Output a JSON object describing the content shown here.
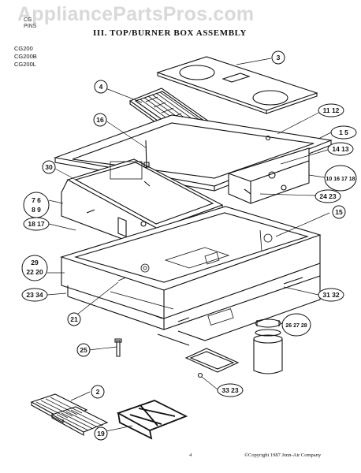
{
  "watermark": "AppliancePartsPros.com",
  "header": {
    "corner_line1": "CG",
    "corner_line2": "PINS",
    "title": "III. TOP/BURNER BOX ASSEMBLY"
  },
  "models": [
    "CG200",
    "CG200B",
    "CG200L"
  ],
  "callouts": [
    {
      "id": "c3",
      "label": "3"
    },
    {
      "id": "c4",
      "label": "4"
    },
    {
      "id": "c1112",
      "label": "11 12"
    },
    {
      "id": "c16a",
      "label": "16"
    },
    {
      "id": "c15a",
      "label": "1 5"
    },
    {
      "id": "c1413",
      "label": "14 13"
    },
    {
      "id": "c30",
      "label": "30"
    },
    {
      "id": "c101618",
      "label": "10 16 17 18"
    },
    {
      "id": "c76",
      "label": "7 6"
    },
    {
      "id": "c89",
      "label": "8 9"
    },
    {
      "id": "c2423",
      "label": "24 23"
    },
    {
      "id": "c15",
      "label": "15"
    },
    {
      "id": "c1817",
      "label": "18 17"
    },
    {
      "id": "c29",
      "label": "29"
    },
    {
      "id": "c2220",
      "label": "22 20"
    },
    {
      "id": "c2334",
      "label": "23 34"
    },
    {
      "id": "c3132",
      "label": "31 32"
    },
    {
      "id": "c21",
      "label": "21"
    },
    {
      "id": "c262728",
      "label": "26 27 28"
    },
    {
      "id": "c25",
      "label": "25"
    },
    {
      "id": "c3323",
      "label": "33 23"
    },
    {
      "id": "c2",
      "label": "2"
    },
    {
      "id": "c19",
      "label": "19"
    }
  ],
  "footer": {
    "page": "4",
    "copyright": "©Copyright 1987 Jenn-Air Company"
  }
}
